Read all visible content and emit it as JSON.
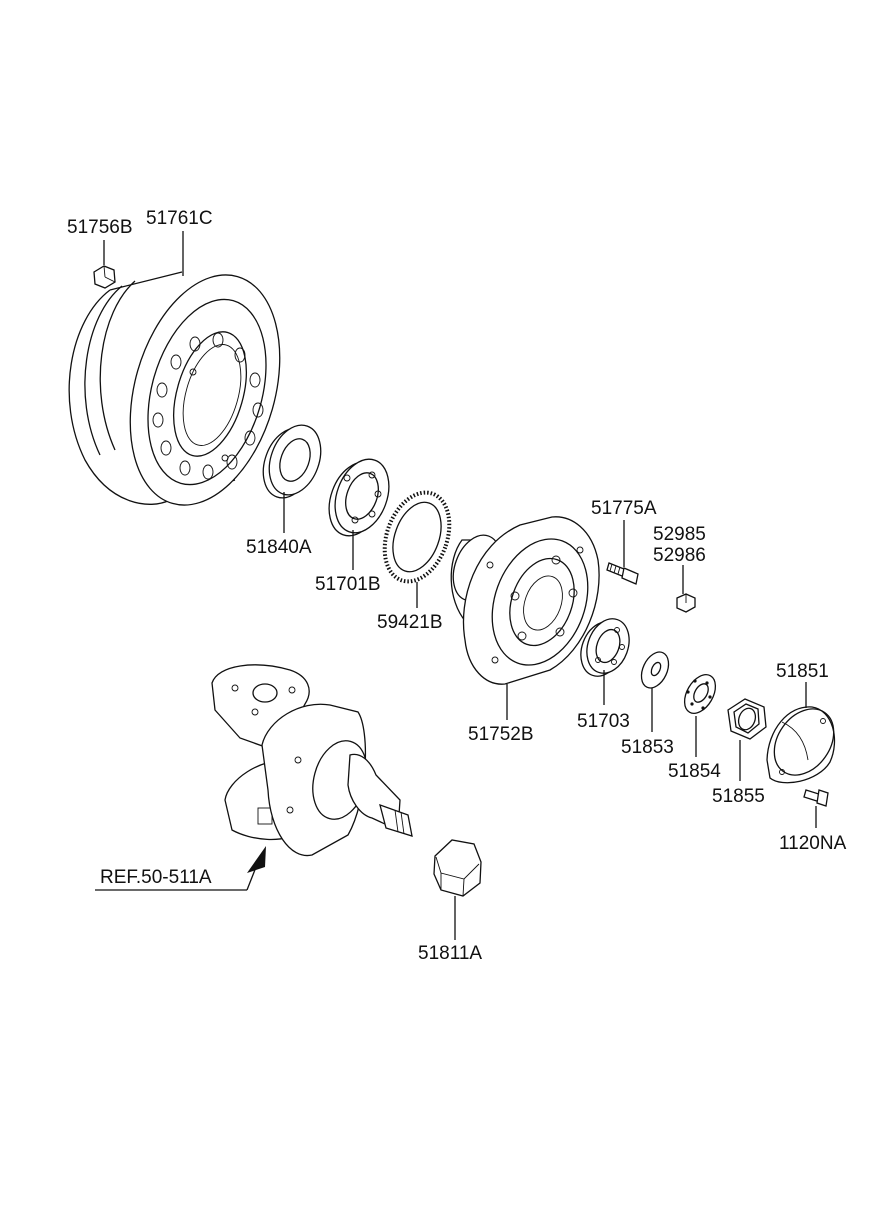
{
  "diagram": {
    "parts": [
      {
        "id": "51756B"
      },
      {
        "id": "51761C"
      },
      {
        "id": "51840A"
      },
      {
        "id": "51701B"
      },
      {
        "id": "59421B"
      },
      {
        "id": "51775A"
      },
      {
        "id": "52985"
      },
      {
        "id": "52986"
      },
      {
        "id": "51752B"
      },
      {
        "id": "51703"
      },
      {
        "id": "51853"
      },
      {
        "id": "51854"
      },
      {
        "id": "51855"
      },
      {
        "id": "51851"
      },
      {
        "id": "1120NA"
      },
      {
        "id": "51811A"
      }
    ],
    "reference_label": "REF.50-511A"
  }
}
